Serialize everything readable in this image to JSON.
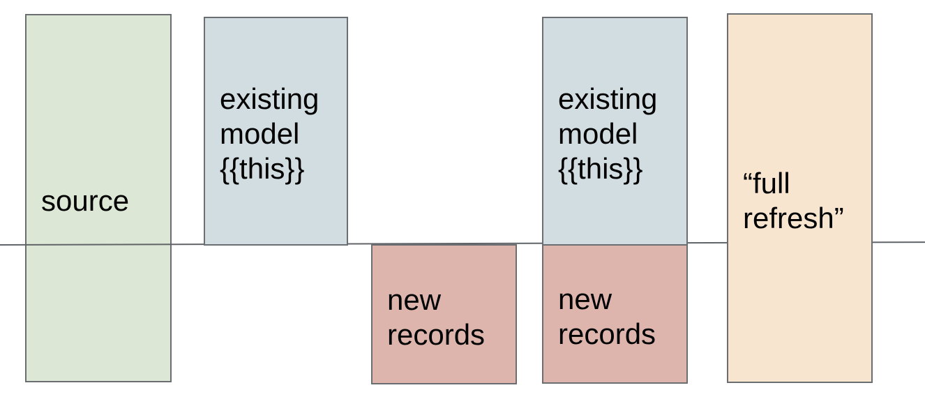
{
  "diagram": {
    "description": "incremental model timeline diagram",
    "background": "#ffffff",
    "border_color": "#6a6e71",
    "timeline": {
      "color": "#606468"
    },
    "boxes": [
      {
        "id": "source",
        "label": "source",
        "fill": "#dce8d5"
      },
      {
        "id": "existing-model-left",
        "label": "existing\nmodel\n{{this}}",
        "fill": "#d2dde2"
      },
      {
        "id": "new-records-left",
        "label": "new\nrecords",
        "fill": "#ddb5ac"
      },
      {
        "id": "existing-model-right",
        "label": "existing\nmodel\n{{this}}",
        "fill": "#d2dde2"
      },
      {
        "id": "new-records-right",
        "label": "new\nrecords",
        "fill": "#ddb5ac"
      },
      {
        "id": "full-refresh",
        "label": "“full\nrefresh”",
        "fill": "#f8e5d0"
      }
    ]
  }
}
